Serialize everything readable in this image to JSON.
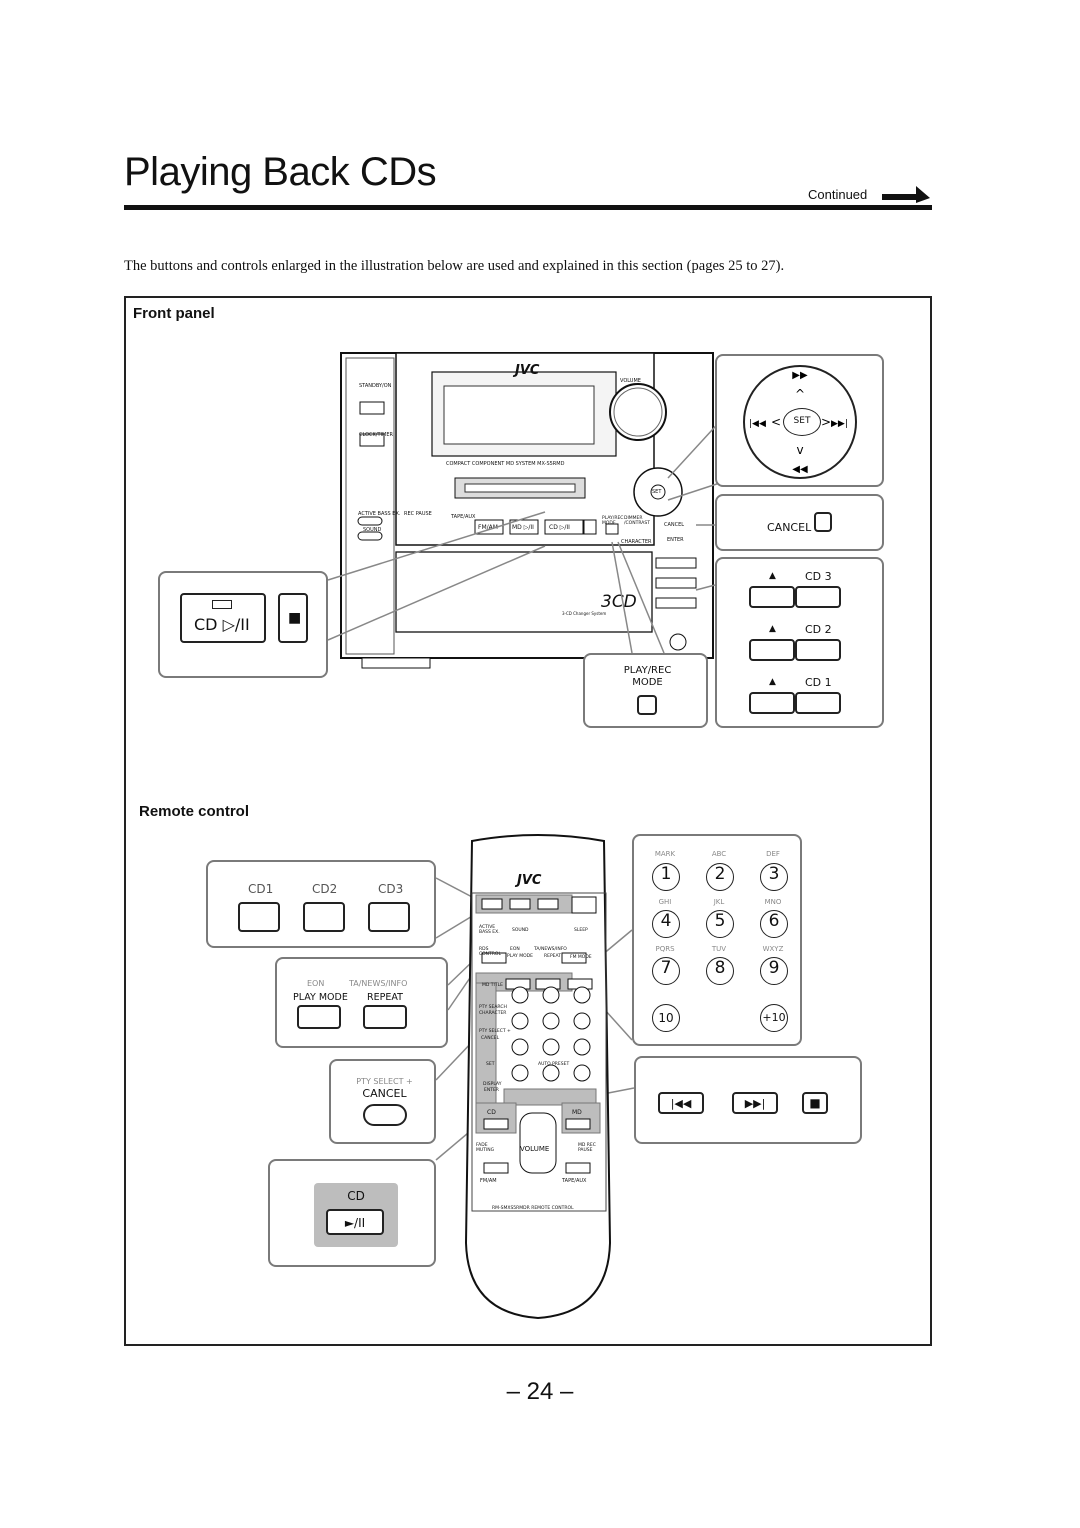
{
  "page": {
    "title": "Playing Back CDs",
    "continued": "Continued",
    "intro": "The buttons and controls enlarged in the illustration below are used and explained in this section (pages 25 to 27).",
    "page_number": "– 24 –"
  },
  "front_panel": {
    "heading": "Front panel",
    "brand": "JVC",
    "unit_labels": {
      "standby_on": "STANDBY/ON",
      "clock_timer": "CLOCK/TIMER",
      "volume": "VOLUME",
      "system_name": "COMPACT COMPONENT MD SYSTEM MX-S5RMD",
      "active_bass": "ACTIVE BASS EX.",
      "sound": "SOUND",
      "rec_pause": "REC PAUSE",
      "tape_aux": "TAPE/AUX",
      "fm_am": "FM/AM",
      "md": "MD ▷/II",
      "cd": "CD ▷/II",
      "play_rec_mode": "PLAY/REC MODE",
      "dimmer": "DIMMER /CONTRAST",
      "character": "CHARACTER",
      "cancel_small": "CANCEL",
      "enter": "ENTER",
      "set": "SET",
      "changer": "3-CD Changer System",
      "changer_badge": "3CD"
    },
    "zoom_cd_button": {
      "label": "CD ▷/II",
      "stop_icon": "■"
    },
    "zoom_dial": {
      "set_label": "SET"
    },
    "zoom_cancel": {
      "label": "CANCEL"
    },
    "zoom_trays": [
      {
        "label": "CD 3",
        "eject": "▲"
      },
      {
        "label": "CD 2",
        "eject": "▲"
      },
      {
        "label": "CD 1",
        "eject": "▲"
      }
    ],
    "zoom_play_rec": {
      "label_line1": "PLAY/REC",
      "label_line2": "MODE"
    }
  },
  "remote": {
    "heading": "Remote control",
    "brand": "JVC",
    "model": "RM-SMXS5RMDR REMOTE CONTROL",
    "zoom_cd_select": [
      "CD1",
      "CD2",
      "CD3"
    ],
    "zoom_play_mode": {
      "top1": "EON",
      "top2": "TA/NEWS/INFO",
      "btn1": "PLAY MODE",
      "btn2": "REPEAT"
    },
    "zoom_cancel": {
      "top": "PTY SELECT +",
      "label": "CANCEL"
    },
    "zoom_cd_play": {
      "label": "CD",
      "button": "►/II"
    },
    "zoom_keypad": {
      "rows": [
        {
          "letters": [
            "MARK",
            "ABC",
            "DEF"
          ],
          "numbers": [
            "1",
            "2",
            "3"
          ]
        },
        {
          "letters": [
            "GHI",
            "JKL",
            "MNO"
          ],
          "numbers": [
            "4",
            "5",
            "6"
          ]
        },
        {
          "letters": [
            "PQRS",
            "TUV",
            "WXYZ"
          ],
          "numbers": [
            "7",
            "8",
            "9"
          ]
        }
      ],
      "bottom": [
        "10",
        "+10"
      ]
    },
    "zoom_transport": [
      "|◀◀",
      "▶▶|",
      "■"
    ],
    "body_labels": {
      "active_bass": "ACTIVE BASS EX.",
      "sound": "SOUND",
      "sleep": "SLEEP",
      "rds_control": "RDS CONTROL",
      "eon": "EON",
      "ta_news": "TA/NEWS/INFO",
      "play_mode": "PLAY MODE",
      "repeat": "REPEAT",
      "fm_mode": "FM MODE",
      "md_title": "MD TITLE",
      "pty_search": "PTY SEARCH",
      "character": "CHARACTER",
      "pty_select": "PTY SELECT +",
      "cancel": "CANCEL",
      "set": "SET",
      "display": "DISPLAY",
      "enter": "ENTER",
      "auto_preset": "AUTO PRESET",
      "cd": "CD",
      "md": "MD",
      "fade_muting": "FADE MUTING",
      "volume": "VOLUME",
      "md_rec_pause": "MD REC PAUSE",
      "fm_am": "FM/AM",
      "tape_aux": "TAPE/AUX"
    }
  },
  "colors": {
    "frame": "#222222",
    "zoom_border": "#7a7a7a",
    "remote_highlight": "#bdbdbd"
  }
}
